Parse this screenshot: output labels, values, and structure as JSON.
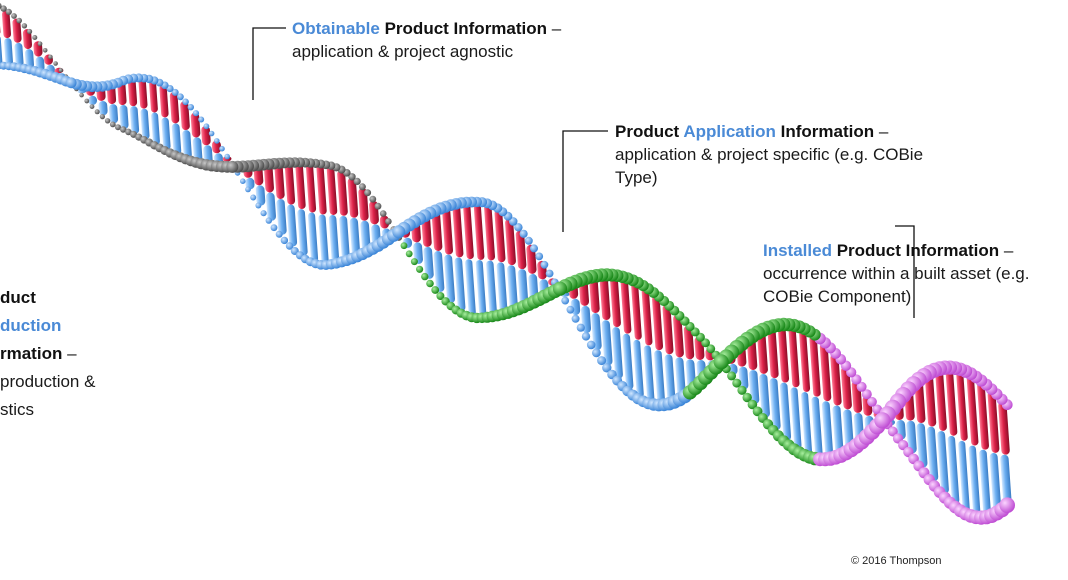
{
  "labels": {
    "obtainable": {
      "highlight": "Obtainable",
      "bold": "Product Information",
      "dash": " –",
      "line2": "application & project agnostic"
    },
    "application": {
      "bold1": "Product ",
      "highlight": "Application",
      "bold2": " Information",
      "dash": " –",
      "line2": "application & project specific (e.g. COBie",
      "line3": "Type)"
    },
    "installed": {
      "highlight": "Installed",
      "bold": " Product Information",
      "dash": " –",
      "line2": "occurrence within a built asset (e.g.",
      "line3": "COBie Component)"
    },
    "production": {
      "line1": "duct",
      "line2": "duction",
      "line3": "rmation",
      "dash": " –",
      "line4": "production &",
      "line5": "stics"
    }
  },
  "copyright": "© 2016 Thompson",
  "colors": {
    "highlight": "#4a8ad6",
    "strand_blue": "#5aa0ea",
    "strand_grey": "#707070",
    "strand_green": "#2fa52f",
    "strand_pink": "#d776e6",
    "rung_red": "#dc2148",
    "rung_blue": "#6eb0f2"
  }
}
